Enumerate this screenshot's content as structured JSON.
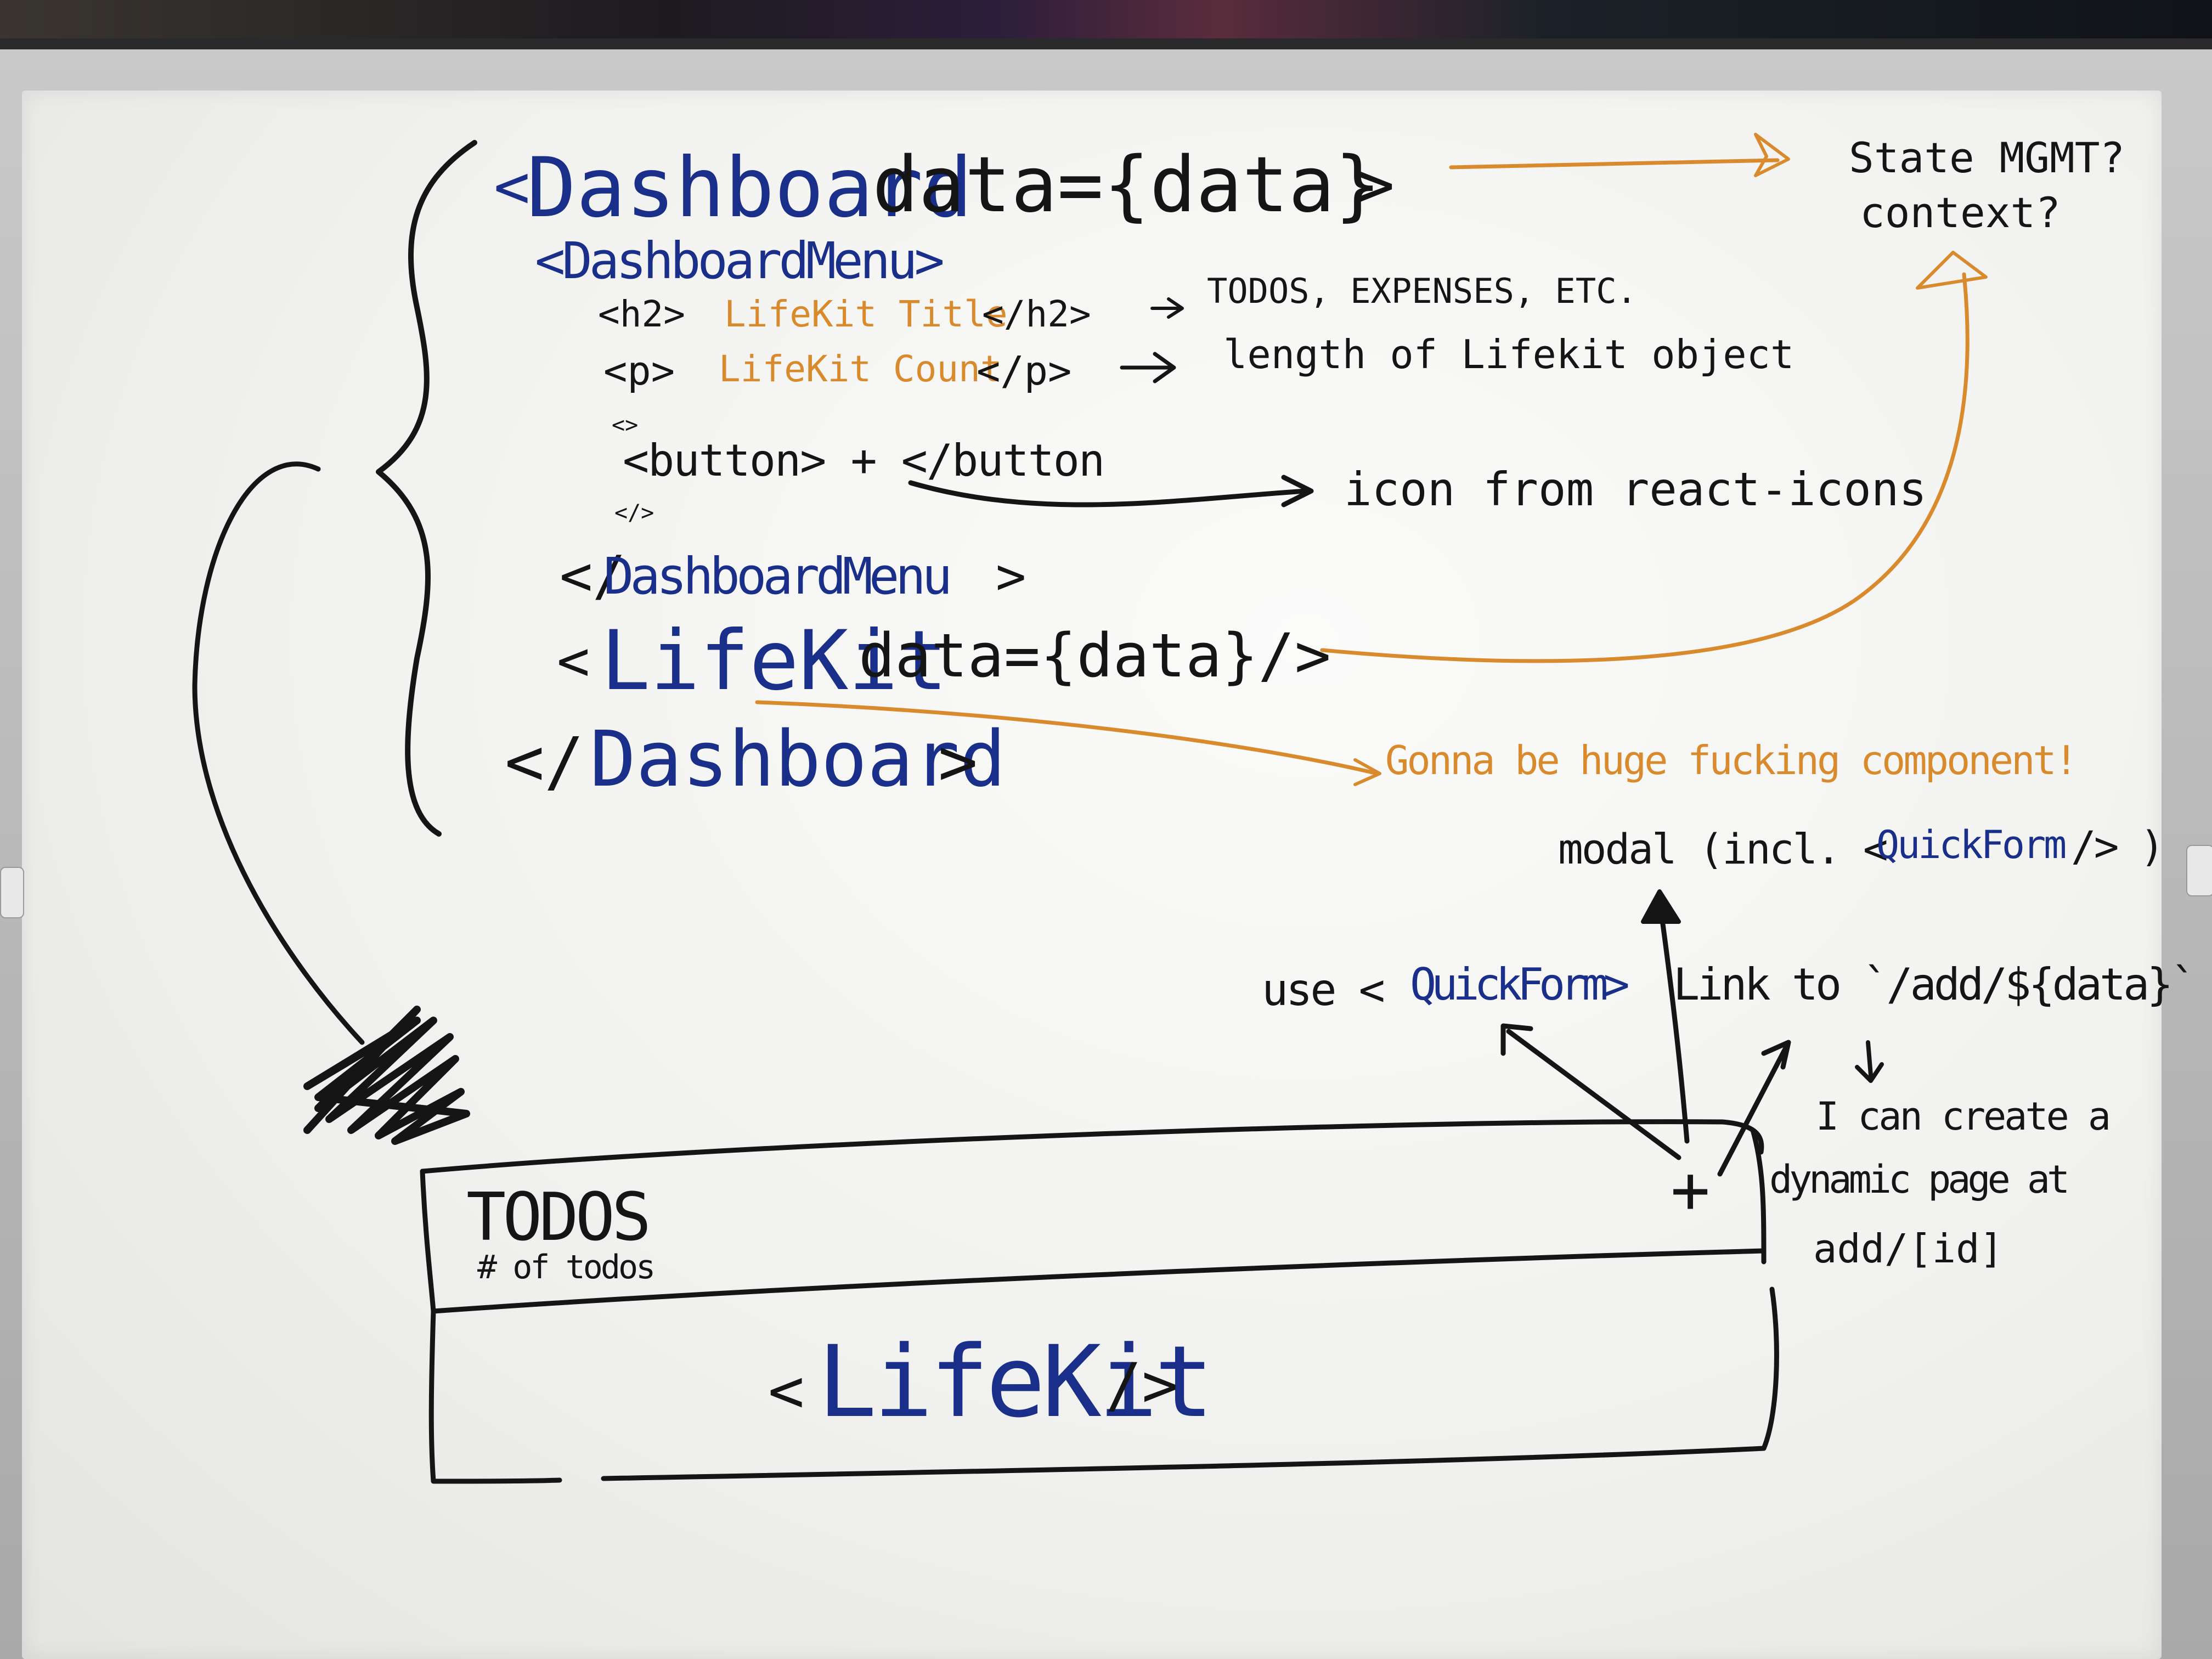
{
  "whiteboard": {
    "code": {
      "dashboard_open_tag": "<",
      "dashboard_open_name": "Dashboard",
      "dashboard_open_attr": "data={data}",
      "dashboard_open_close": ">",
      "menu_open": "<DashboardMenu>",
      "h2_open": "<h2>",
      "h2_content": "LifeKit Title",
      "h2_close": "</h2>",
      "p_open": "<p>",
      "p_content": "LifeKit Count",
      "p_close": "</p>",
      "fragment_open": "<>",
      "button_line": "<button> + </button",
      "fragment_close": "</>",
      "menu_close_slash": "</",
      "menu_close_name": "DashboardMenu",
      "menu_close_end": ">",
      "lifekit_lt": "<",
      "lifekit_name": "LifeKit",
      "lifekit_attr": "data={data}/>",
      "dashboard_close_slash": "</",
      "dashboard_close_name": "Dashboard",
      "dashboard_close_end": ">"
    },
    "notes": {
      "state_mgmt": "State MGMT?",
      "context": "context?",
      "todos_expenses": "TODOS, EXPENSES, ETC.",
      "length_note": "length of Lifekit object",
      "icon_note": "icon from react-icons",
      "huge_component": "Gonna be huge fucking component!",
      "modal_prefix": "modal (incl. <",
      "modal_quickform": "QuickForm",
      "modal_suffix": "/> )",
      "use_prefix": "use <",
      "use_quickform": "QuickForm>",
      "link_to": "Link to `/add/${data}`",
      "dynamic_1": "I can create a",
      "dynamic_2": "dynamic page at",
      "dynamic_3": "add/[id]"
    },
    "sketch": {
      "header_title": "TODOS",
      "header_subtitle": "# of todos",
      "plus": "+",
      "body_lt": "<",
      "body_name": "LifeKit",
      "body_end": "/>"
    }
  },
  "colors": {
    "ink_blue": "#1a2f8a",
    "ink_black": "#151515",
    "ink_orange": "#d98a2c",
    "board_white": "#f4f4f2",
    "frame_gray": "#b5b5b5"
  }
}
